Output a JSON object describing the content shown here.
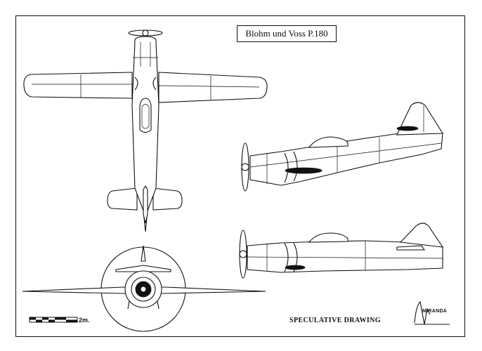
{
  "title": "Blohm und Voss P.180",
  "caption": "SPECULATIVE DRAWING",
  "scale_label": "2m.",
  "logo_text": "MIRANDA",
  "icons": [
    "top-view-aircraft",
    "side-view-aircraft",
    "front-view-aircraft",
    "scale-bar",
    "signature-logo"
  ]
}
